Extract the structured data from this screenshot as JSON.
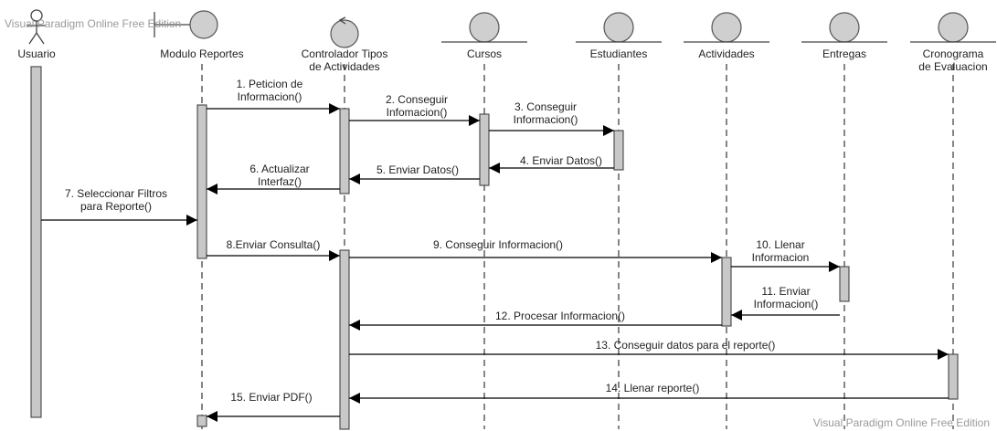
{
  "watermark": "Visual Paradigm Online Free Edition",
  "participants": [
    {
      "id": "usuario",
      "kind": "actor",
      "label": [
        "Usuario"
      ]
    },
    {
      "id": "modulo",
      "kind": "boundary",
      "label": [
        "Modulo Reportes"
      ]
    },
    {
      "id": "controlador",
      "kind": "control",
      "label": [
        "Controlador Tipos",
        "de Actividades"
      ]
    },
    {
      "id": "cursos",
      "kind": "entity",
      "label": [
        "Cursos"
      ]
    },
    {
      "id": "estudiantes",
      "kind": "entity",
      "label": [
        "Estudiantes"
      ]
    },
    {
      "id": "actividades",
      "kind": "entity",
      "label": [
        "Actividades"
      ]
    },
    {
      "id": "entregas",
      "kind": "entity",
      "label": [
        "Entregas"
      ]
    },
    {
      "id": "cronograma",
      "kind": "entity",
      "label": [
        "Cronograma",
        "de Evaluacion"
      ]
    }
  ],
  "messages": [
    {
      "label": [
        "1. Peticion de",
        "Informacion()"
      ]
    },
    {
      "label": [
        "2. Conseguir",
        "Infomacion()"
      ]
    },
    {
      "label": [
        "3. Conseguir",
        "Informacion()"
      ]
    },
    {
      "label": [
        "4. Enviar Datos()"
      ]
    },
    {
      "label": [
        "5. Enviar Datos()"
      ]
    },
    {
      "label": [
        "6. Actualizar",
        "Interfaz()"
      ]
    },
    {
      "label": [
        "7. Seleccionar Filtros",
        "para Reporte()"
      ]
    },
    {
      "label": [
        "8.Enviar Consulta()"
      ]
    },
    {
      "label": [
        "9. Conseguir Informacion()"
      ]
    },
    {
      "label": [
        "10. Llenar",
        "Informacion"
      ]
    },
    {
      "label": [
        "11. Enviar",
        "Informacion()"
      ]
    },
    {
      "label": [
        "12. Procesar Informacion()"
      ]
    },
    {
      "label": [
        "13. Conseguir datos para el reporte()"
      ]
    },
    {
      "label": [
        "14. Llenar reporte()"
      ]
    },
    {
      "label": [
        "15. Enviar PDF()"
      ]
    }
  ]
}
